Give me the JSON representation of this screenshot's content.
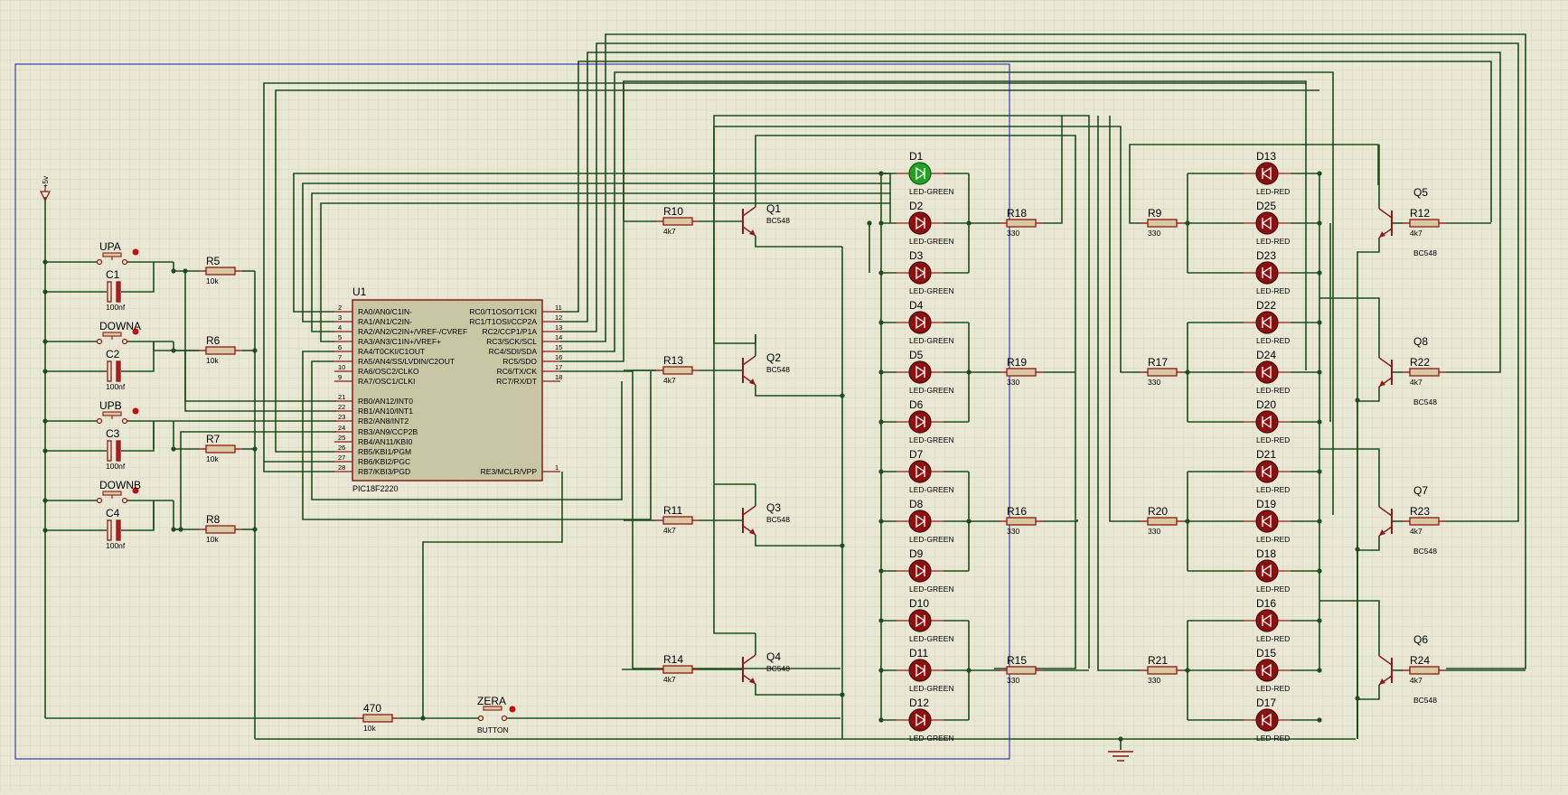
{
  "colors": {
    "background": "#e9e8d4",
    "grid": "#c9c8b2",
    "wire": "#1f4d1f",
    "component": "#8b1a1a",
    "chip_fill": "#c9c6a5",
    "resistor_fill": "#d9c9a0",
    "led_on": "#23a023",
    "led_off": "#8b1010",
    "border": "#1a1aa0",
    "label": "#000000"
  },
  "supply": {
    "label": "+5v"
  },
  "buttons": [
    {
      "name": "UPA"
    },
    {
      "name": "DOWNA"
    },
    {
      "name": "UPB"
    },
    {
      "name": "DOWNB"
    }
  ],
  "left_caps": [
    {
      "name": "C1",
      "value": "100nf"
    },
    {
      "name": "C2",
      "value": "100nf"
    },
    {
      "name": "C3",
      "value": "100nf"
    },
    {
      "name": "C4",
      "value": "100nf"
    }
  ],
  "left_resistors": [
    {
      "name": "R5",
      "value": "10k"
    },
    {
      "name": "R6",
      "value": "10k"
    },
    {
      "name": "R7",
      "value": "10k"
    },
    {
      "name": "R8",
      "value": "10k"
    }
  ],
  "mcu": {
    "ref": "U1",
    "part": "PIC18F2220",
    "left_pins": [
      {
        "num": "2",
        "label": "RA0/AN0/C1IN-"
      },
      {
        "num": "3",
        "label": "RA1/AN1/C2IN-"
      },
      {
        "num": "4",
        "label": "RA2/AN2/C2IN+/VREF-/CVREF"
      },
      {
        "num": "5",
        "label": "RA3/AN3/C1IN+/VREF+"
      },
      {
        "num": "6",
        "label": "RA4/T0CKI/C1OUT"
      },
      {
        "num": "7",
        "label": "RA5/AN4/SS/LVDIN/C2OUT"
      },
      {
        "num": "10",
        "label": "RA6/OSC2/CLKO"
      },
      {
        "num": "9",
        "label": "RA7/OSC1/CLKI"
      },
      {
        "num": "21",
        "label": "RB0/AN12/INT0"
      },
      {
        "num": "22",
        "label": "RB1/AN10/INT1"
      },
      {
        "num": "23",
        "label": "RB2/AN8/INT2"
      },
      {
        "num": "24",
        "label": "RB3/AN9/CCP2B"
      },
      {
        "num": "25",
        "label": "RB4/AN11/KBI0"
      },
      {
        "num": "26",
        "label": "RB5/KBI1/PGM"
      },
      {
        "num": "27",
        "label": "RB6/KBI2/PGC"
      },
      {
        "num": "28",
        "label": "RB7/KBI3/PGD"
      }
    ],
    "right_pins": [
      {
        "num": "11",
        "label": "RC0/T1OSO/T1CKI"
      },
      {
        "num": "12",
        "label": "RC1/T1OSI/CCP2A"
      },
      {
        "num": "13",
        "label": "RC2/CCP1/P1A"
      },
      {
        "num": "14",
        "label": "RC3/SCK/SCL"
      },
      {
        "num": "15",
        "label": "RC4/SDI/SDA"
      },
      {
        "num": "16",
        "label": "RC5/SDO"
      },
      {
        "num": "17",
        "label": "RC6/TX/CK"
      },
      {
        "num": "18",
        "label": "RC7/RX/DT"
      }
    ],
    "mclr_pin": {
      "num": "1",
      "label": "RE3/MCLR/VPP"
    }
  },
  "reset": {
    "resistor": {
      "name": "470",
      "value": "10k"
    },
    "button": {
      "name": "ZERA",
      "type": "BUTTON"
    }
  },
  "left_transistors": [
    {
      "name": "Q1",
      "part": "BC548",
      "base_resistor": "R10",
      "base_value": "4k7"
    },
    {
      "name": "Q2",
      "part": "BC548",
      "base_resistor": "R13",
      "base_value": "4k7"
    },
    {
      "name": "Q3",
      "part": "BC548",
      "base_resistor": "R11",
      "base_value": "4k7"
    },
    {
      "name": "Q4",
      "part": "BC548",
      "base_resistor": "R14",
      "base_value": "4k7"
    }
  ],
  "green_leds": [
    {
      "name": "D1",
      "type": "LED-GREEN",
      "lit": true
    },
    {
      "name": "D2",
      "type": "LED-GREEN",
      "lit": false
    },
    {
      "name": "D3",
      "type": "LED-GREEN",
      "lit": false
    },
    {
      "name": "D4",
      "type": "LED-GREEN",
      "lit": false
    },
    {
      "name": "D5",
      "type": "LED-GREEN",
      "lit": false
    },
    {
      "name": "D6",
      "type": "LED-GREEN",
      "lit": false
    },
    {
      "name": "D7",
      "type": "LED-GREEN",
      "lit": false
    },
    {
      "name": "D8",
      "type": "LED-GREEN",
      "lit": false
    },
    {
      "name": "D9",
      "type": "LED-GREEN",
      "lit": false
    },
    {
      "name": "D10",
      "type": "LED-GREEN",
      "lit": false
    },
    {
      "name": "D11",
      "type": "LED-GREEN",
      "lit": false
    },
    {
      "name": "D12",
      "type": "LED-GREEN",
      "lit": false
    }
  ],
  "green_resistors": [
    {
      "name": "R18",
      "value": "330"
    },
    {
      "name": "R19",
      "value": "330"
    },
    {
      "name": "R16",
      "value": "330"
    },
    {
      "name": "R15",
      "value": "330"
    }
  ],
  "red_leds": [
    {
      "name": "D13",
      "type": "LED-RED"
    },
    {
      "name": "D25",
      "type": "LED-RED"
    },
    {
      "name": "D23",
      "type": "LED-RED"
    },
    {
      "name": "D22",
      "type": "LED-RED"
    },
    {
      "name": "D24",
      "type": "LED-RED"
    },
    {
      "name": "D20",
      "type": "LED-RED"
    },
    {
      "name": "D21",
      "type": "LED-RED"
    },
    {
      "name": "D19",
      "type": "LED-RED"
    },
    {
      "name": "D18",
      "type": "LED-RED"
    },
    {
      "name": "D16",
      "type": "LED-RED"
    },
    {
      "name": "D15",
      "type": "LED-RED"
    },
    {
      "name": "D17",
      "type": "LED-RED"
    }
  ],
  "red_resistors": [
    {
      "name": "R9",
      "value": "330"
    },
    {
      "name": "R17",
      "value": "330"
    },
    {
      "name": "R20",
      "value": "330"
    },
    {
      "name": "R21",
      "value": "330"
    }
  ],
  "right_transistors": [
    {
      "name": "Q5",
      "part": "BC548",
      "base_resistor": "R12",
      "base_value": "4k7"
    },
    {
      "name": "Q8",
      "part": "BC548",
      "base_resistor": "R22",
      "base_value": "4k7"
    },
    {
      "name": "Q7",
      "part": "BC548",
      "base_resistor": "R23",
      "base_value": "4k7"
    },
    {
      "name": "Q6",
      "part": "BC548",
      "base_resistor": "R24",
      "base_value": "4k7"
    }
  ]
}
